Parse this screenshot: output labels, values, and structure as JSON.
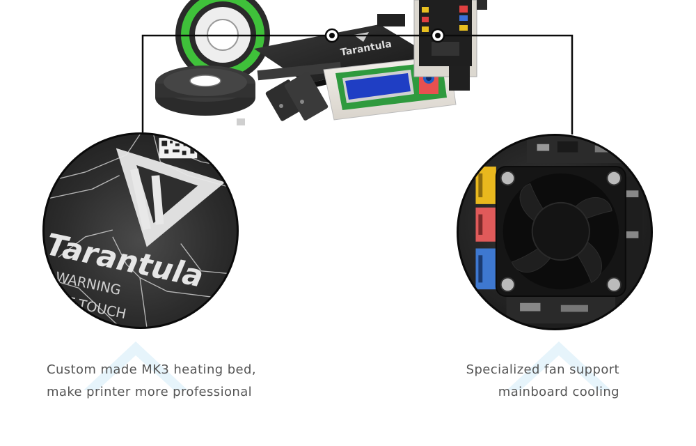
{
  "features": {
    "heating_bed": {
      "line1": "Custom made MK3 heating bed,",
      "line2": "make printer more professional",
      "bed_brand": "Tarantula",
      "bed_warning_line1": "WARNING",
      "bed_warning_line2": "NOT TOUCH"
    },
    "fan": {
      "line1": "Specialized fan support",
      "line2": "mainboard cooling"
    }
  },
  "product_photo": {
    "bed_brand": "Tarantula"
  },
  "colors": {
    "line": "#0a0a0a",
    "caption_text": "#555555",
    "chevron": "#e6f4fb",
    "filament_green": "#3fc13a"
  }
}
